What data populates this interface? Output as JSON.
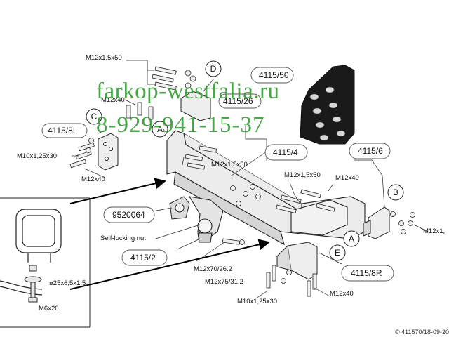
{
  "watermark": {
    "line1": "farkop-westfalia.ru",
    "line2": "8-929-941-15-37"
  },
  "parts": {
    "p4115_50": "4115/50",
    "p4115_8L": "4115/8L",
    "p4115_26": "4115/26",
    "p4115_4": "4115/4",
    "p4115_6": "4115/6",
    "p9520064": "9520064",
    "p4115_2": "4115/2",
    "p4115_8R": "4115/8R"
  },
  "letters": {
    "A1": "A",
    "A2": "A",
    "B": "B",
    "C": "C",
    "D": "D",
    "E": "E"
  },
  "bolts": {
    "top_m12x15x50": "M12x1,5x50",
    "top_m12x40": "M12x40",
    "left_m10x125x30": "M10x1,25x30",
    "left_m12x40": "M12x40",
    "mid_m12x15x50": "M12x1,5x50",
    "right_m12x15x50": "M12x1,5x50",
    "right_m12x40": "M12x40",
    "far_right_m12x1": "M12x1,",
    "bottom_m12x70": "M12x70/26.2",
    "bottom_m12x75": "M12x75/31.2",
    "bottom_m10x125x30": "M10x1,25x30",
    "bottom_m12x40": "M12x40",
    "self_locking_nut": "Self-locking nut",
    "inset_washer": "ø25x6,5x1,5",
    "inset_bolt": "M6x20"
  },
  "footer": "© 411570/18-09-20"
}
